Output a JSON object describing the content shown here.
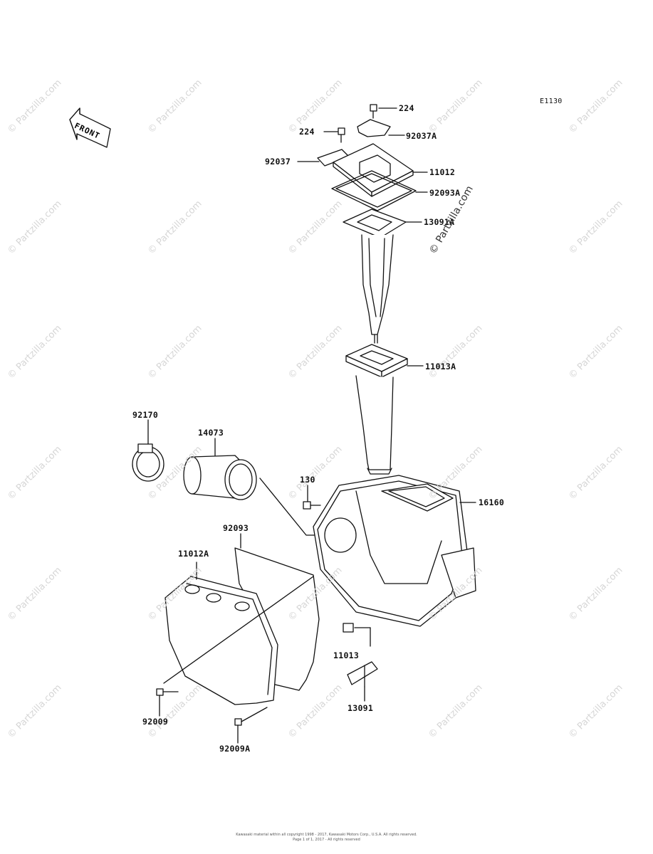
{
  "diagram": {
    "code": "E1130",
    "front_label": "FRONT",
    "watermark": "© Partzilla.com",
    "footer_line1": "Kawasaki material within all copyright 1998 - 2017, Kawasaki Motors Corp., U.S.A. All rights reserved.",
    "footer_line2": "Page 1 of 1, 2017 - All rights reserved"
  },
  "labels": [
    {
      "id": "224-top",
      "text": "224"
    },
    {
      "id": "224-left",
      "text": "224"
    },
    {
      "id": "92037A",
      "text": "92037A"
    },
    {
      "id": "92037",
      "text": "92037"
    },
    {
      "id": "11012",
      "text": "11012"
    },
    {
      "id": "92093A",
      "text": "92093A"
    },
    {
      "id": "13091A",
      "text": "13091A"
    },
    {
      "id": "11013A",
      "text": "11013A"
    },
    {
      "id": "92170",
      "text": "92170"
    },
    {
      "id": "14073",
      "text": "14073"
    },
    {
      "id": "130",
      "text": "130"
    },
    {
      "id": "16160",
      "text": "16160"
    },
    {
      "id": "92093",
      "text": "92093"
    },
    {
      "id": "11012A",
      "text": "11012A"
    },
    {
      "id": "11013",
      "text": "11013"
    },
    {
      "id": "13091",
      "text": "13091"
    },
    {
      "id": "92009",
      "text": "92009"
    },
    {
      "id": "92009A",
      "text": "92009A"
    }
  ]
}
